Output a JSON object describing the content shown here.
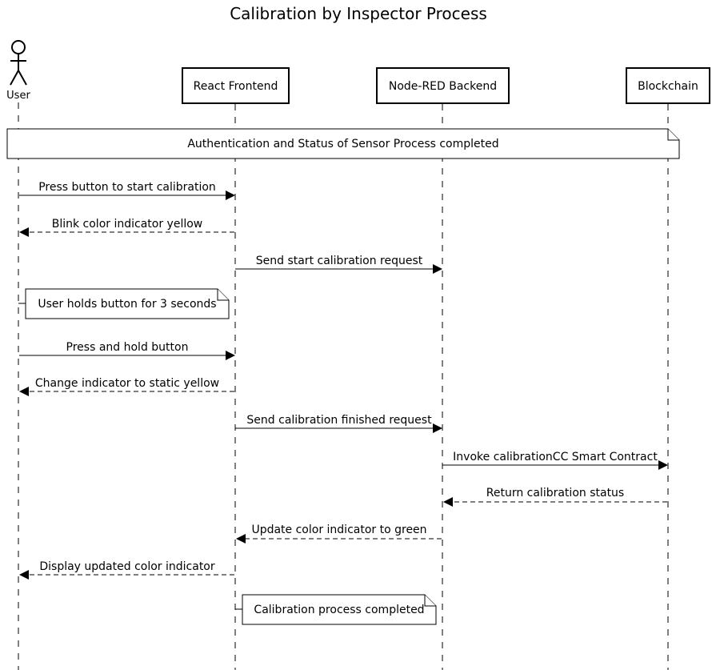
{
  "diagram": {
    "title": "Calibration by Inspector Process",
    "participants": [
      {
        "id": "user",
        "label": "User",
        "kind": "actor"
      },
      {
        "id": "frontend",
        "label": "React Frontend",
        "kind": "box"
      },
      {
        "id": "backend",
        "label": "Node-RED Backend",
        "kind": "box"
      },
      {
        "id": "blockchain",
        "label": "Blockchain",
        "kind": "box"
      }
    ],
    "notes": [
      {
        "text": "Authentication and Status of Sensor Process completed",
        "over": [
          "user",
          "blockchain"
        ]
      },
      {
        "text": "User holds button for 3 seconds",
        "right_of": "user"
      },
      {
        "text": "Calibration process completed",
        "right_of": "frontend"
      }
    ],
    "messages": [
      {
        "text": "Press button to start calibration",
        "from": "user",
        "to": "frontend",
        "style": "solid"
      },
      {
        "text": "Blink color indicator yellow",
        "from": "frontend",
        "to": "user",
        "style": "dashed"
      },
      {
        "text": "Send start calibration request",
        "from": "frontend",
        "to": "backend",
        "style": "solid"
      },
      {
        "text": "Press and hold button",
        "from": "user",
        "to": "frontend",
        "style": "solid"
      },
      {
        "text": "Change indicator to static yellow",
        "from": "frontend",
        "to": "user",
        "style": "dashed"
      },
      {
        "text": "Send calibration finished request",
        "from": "frontend",
        "to": "backend",
        "style": "solid"
      },
      {
        "text": "Invoke calibrationCC Smart Contract",
        "from": "backend",
        "to": "blockchain",
        "style": "solid"
      },
      {
        "text": "Return calibration status",
        "from": "blockchain",
        "to": "backend",
        "style": "dashed"
      },
      {
        "text": "Update color indicator to green",
        "from": "backend",
        "to": "frontend",
        "style": "dashed"
      },
      {
        "text": "Display updated color indicator",
        "from": "frontend",
        "to": "user",
        "style": "dashed"
      }
    ]
  }
}
